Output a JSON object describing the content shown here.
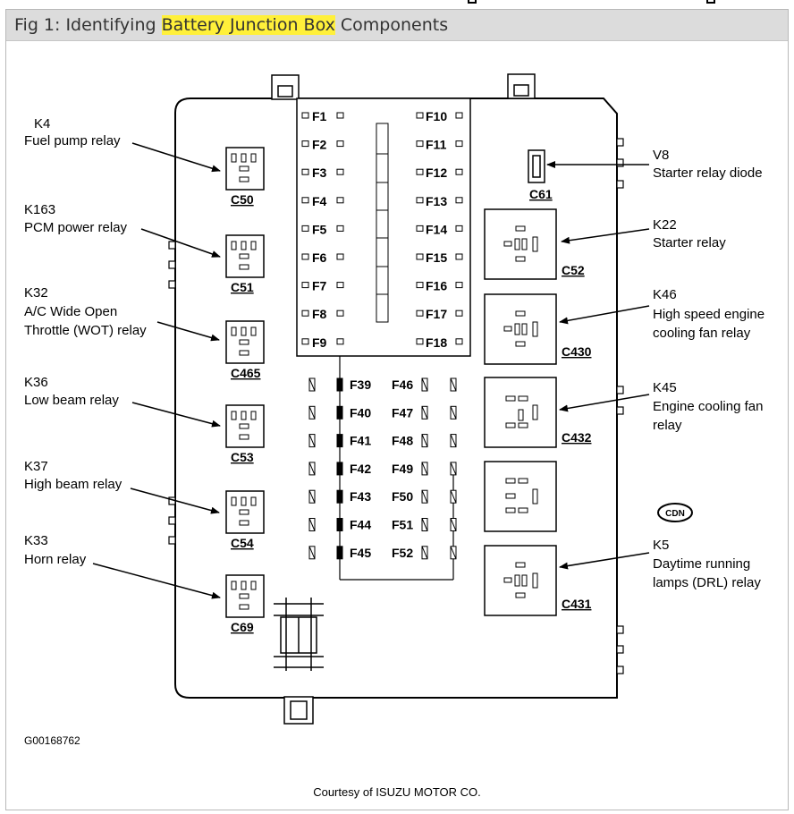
{
  "header": {
    "title_prefix": "Fig 1: Identifying ",
    "title_highlight": "Battery Junction Box",
    "title_suffix": " Components"
  },
  "relays_left": [
    {
      "code": "K4",
      "desc1": "Fuel pump relay",
      "desc2": "",
      "connector": "C50"
    },
    {
      "code": "K163",
      "desc1": "PCM power relay",
      "desc2": "",
      "connector": "C51"
    },
    {
      "code": "K32",
      "desc1": "A/C Wide Open",
      "desc2": "Throttle (WOT) relay",
      "connector": "C465"
    },
    {
      "code": "K36",
      "desc1": "Low beam relay",
      "desc2": "",
      "connector": "C53"
    },
    {
      "code": "K37",
      "desc1": "High beam relay",
      "desc2": "",
      "connector": "C54"
    },
    {
      "code": "K33",
      "desc1": "Horn relay",
      "desc2": "",
      "connector": "C69"
    }
  ],
  "relays_right": [
    {
      "code": "V8",
      "desc1": "Starter relay diode",
      "desc2": "",
      "connector": "C61"
    },
    {
      "code": "K22",
      "desc1": "Starter relay",
      "desc2": "",
      "connector": "C52"
    },
    {
      "code": "K46",
      "desc1": "High speed engine",
      "desc2": "cooling fan relay",
      "connector": "C430"
    },
    {
      "code": "K45",
      "desc1": "Engine cooling fan",
      "desc2": "relay",
      "connector": "C432"
    },
    {
      "code": "K5",
      "desc1": "Daytime running",
      "desc2": "lamps (DRL) relay",
      "connector": "C431"
    }
  ],
  "fuses_left_col": [
    "F1",
    "F2",
    "F3",
    "F4",
    "F5",
    "F6",
    "F7",
    "F8",
    "F9"
  ],
  "fuses_right_col": [
    "F10",
    "F11",
    "F12",
    "F13",
    "F14",
    "F15",
    "F16",
    "F17",
    "F18"
  ],
  "fuses_mini_a": [
    "F39",
    "F40",
    "F41",
    "F42",
    "F43",
    "F44",
    "F45"
  ],
  "fuses_mini_b": [
    "F46",
    "F47",
    "F48",
    "F49",
    "F50",
    "F51",
    "F52"
  ],
  "cdn_label": "CDN",
  "figure_id": "G00168762",
  "credit": "Courtesy of ISUZU MOTOR CO."
}
